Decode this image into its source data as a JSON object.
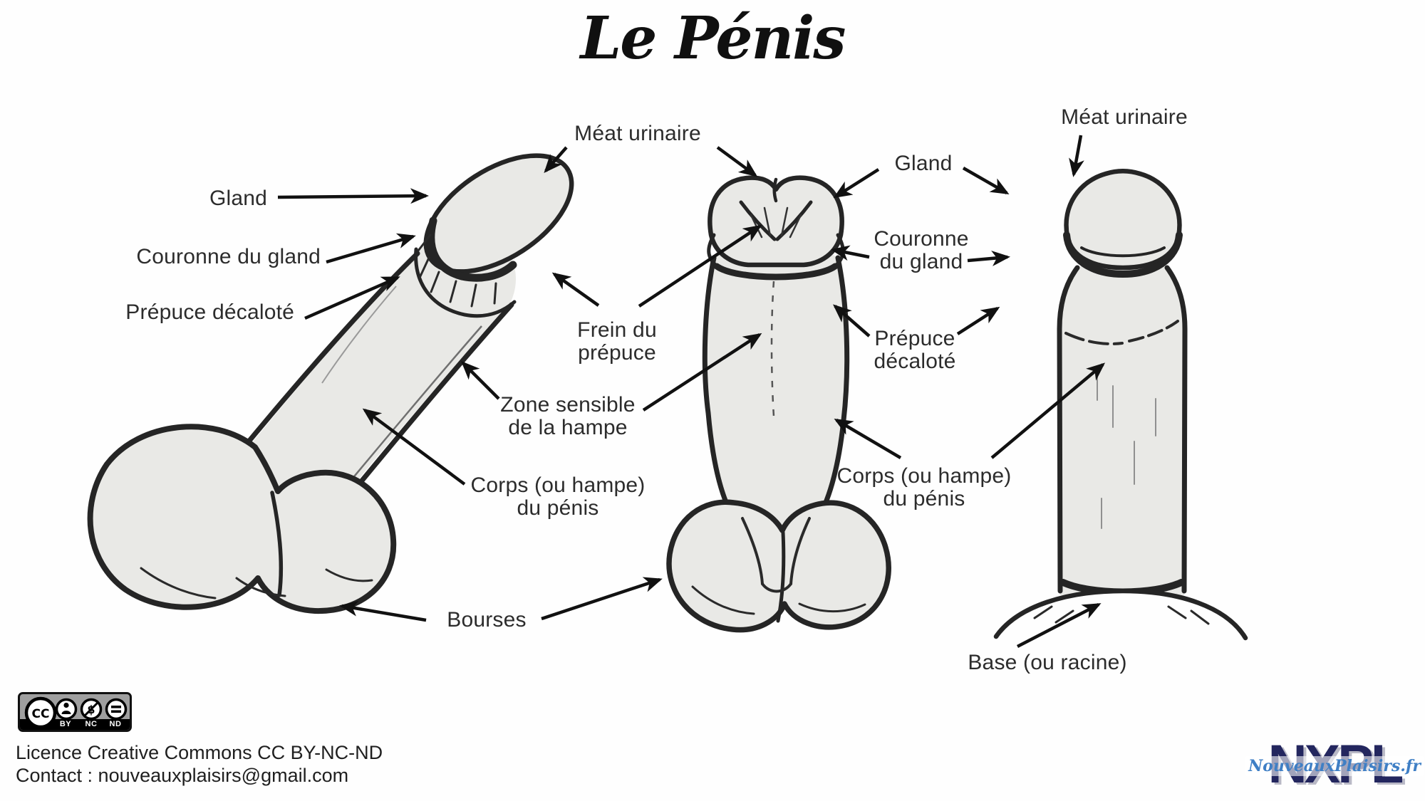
{
  "title": "Le Pénis",
  "labels": {
    "gland_left": "Gland",
    "couronne_left": "Couronne du gland",
    "prepuce_left": "Prépuce décaloté",
    "meat_mid": "Méat urinaire",
    "frein": "Frein du\nprépuce",
    "zone": "Zone sensible\nde la hampe",
    "corps_left": "Corps (ou hampe)\ndu pénis",
    "bourses": "Bourses",
    "meat_right": "Méat urinaire",
    "gland_right": "Gland",
    "couronne_right": "Couronne\ndu gland",
    "prepuce_right": "Prépuce\ndécaloté",
    "corps_right": "Corps (ou hampe)\ndu pénis",
    "base": "Base (ou racine)"
  },
  "footer": {
    "license_badge": {
      "cc": "CC",
      "by": "BY",
      "nc": "NC",
      "nd": "ND",
      "nc_symbol": "$"
    },
    "license_line1": "Licence Creative Commons CC BY-NC-ND",
    "license_line2": "Contact : nouveauxplaisirs@gmail.com"
  },
  "logo": {
    "acronym": "NXPL",
    "script": "NouveauxPlaisirs.fr"
  },
  "colors": {
    "figure_fill": "#e9e9e6",
    "ink": "#252525",
    "arrow": "#111111",
    "logo_navy": "#23265e",
    "logo_blue": "#3f7fc5"
  }
}
